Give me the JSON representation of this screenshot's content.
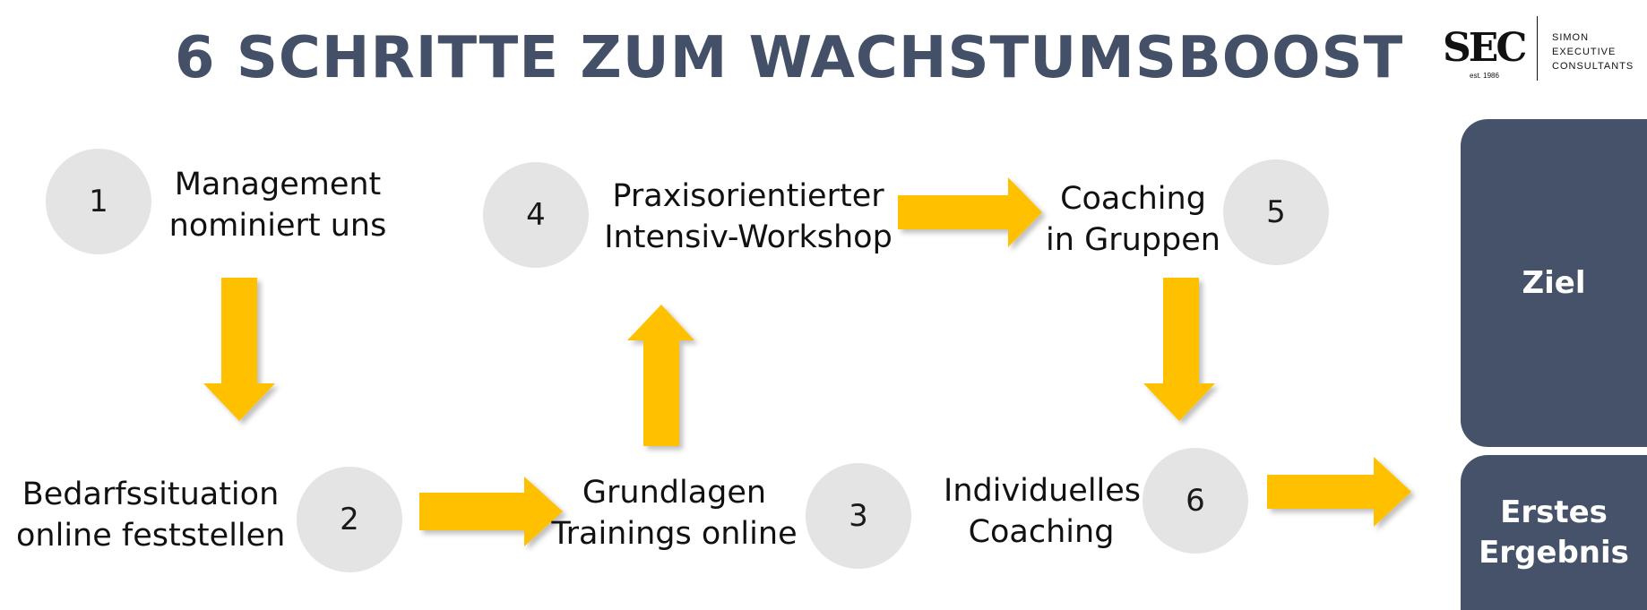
{
  "title": "6 SCHRITTE ZUM WACHSTUMSBOOST",
  "logo": {
    "mark": "SEC",
    "established": "est. 1986",
    "lines": [
      "SIMON",
      "EXECUTIVE",
      "CONSULTANTS"
    ]
  },
  "steps": [
    {
      "number": "1",
      "lines": [
        "Management",
        "nominiert uns"
      ]
    },
    {
      "number": "2",
      "lines": [
        "Bedarfssituation",
        "online feststellen"
      ]
    },
    {
      "number": "3",
      "lines": [
        "Grundlagen",
        "Trainings online"
      ]
    },
    {
      "number": "4",
      "lines": [
        "Praxisorientierter",
        "Intensiv-Workshop"
      ]
    },
    {
      "number": "5",
      "lines": [
        "Coaching",
        "in Gruppen"
      ]
    },
    {
      "number": "6",
      "lines": [
        "Individuelles",
        "Coaching"
      ]
    }
  ],
  "panels": {
    "goal": "Ziel",
    "result": [
      "Erstes",
      "Ergebnis"
    ]
  },
  "colors": {
    "title": "#445068",
    "arrow": "#FFC000",
    "circle": "#E4E4E4",
    "panel": "#455269"
  }
}
